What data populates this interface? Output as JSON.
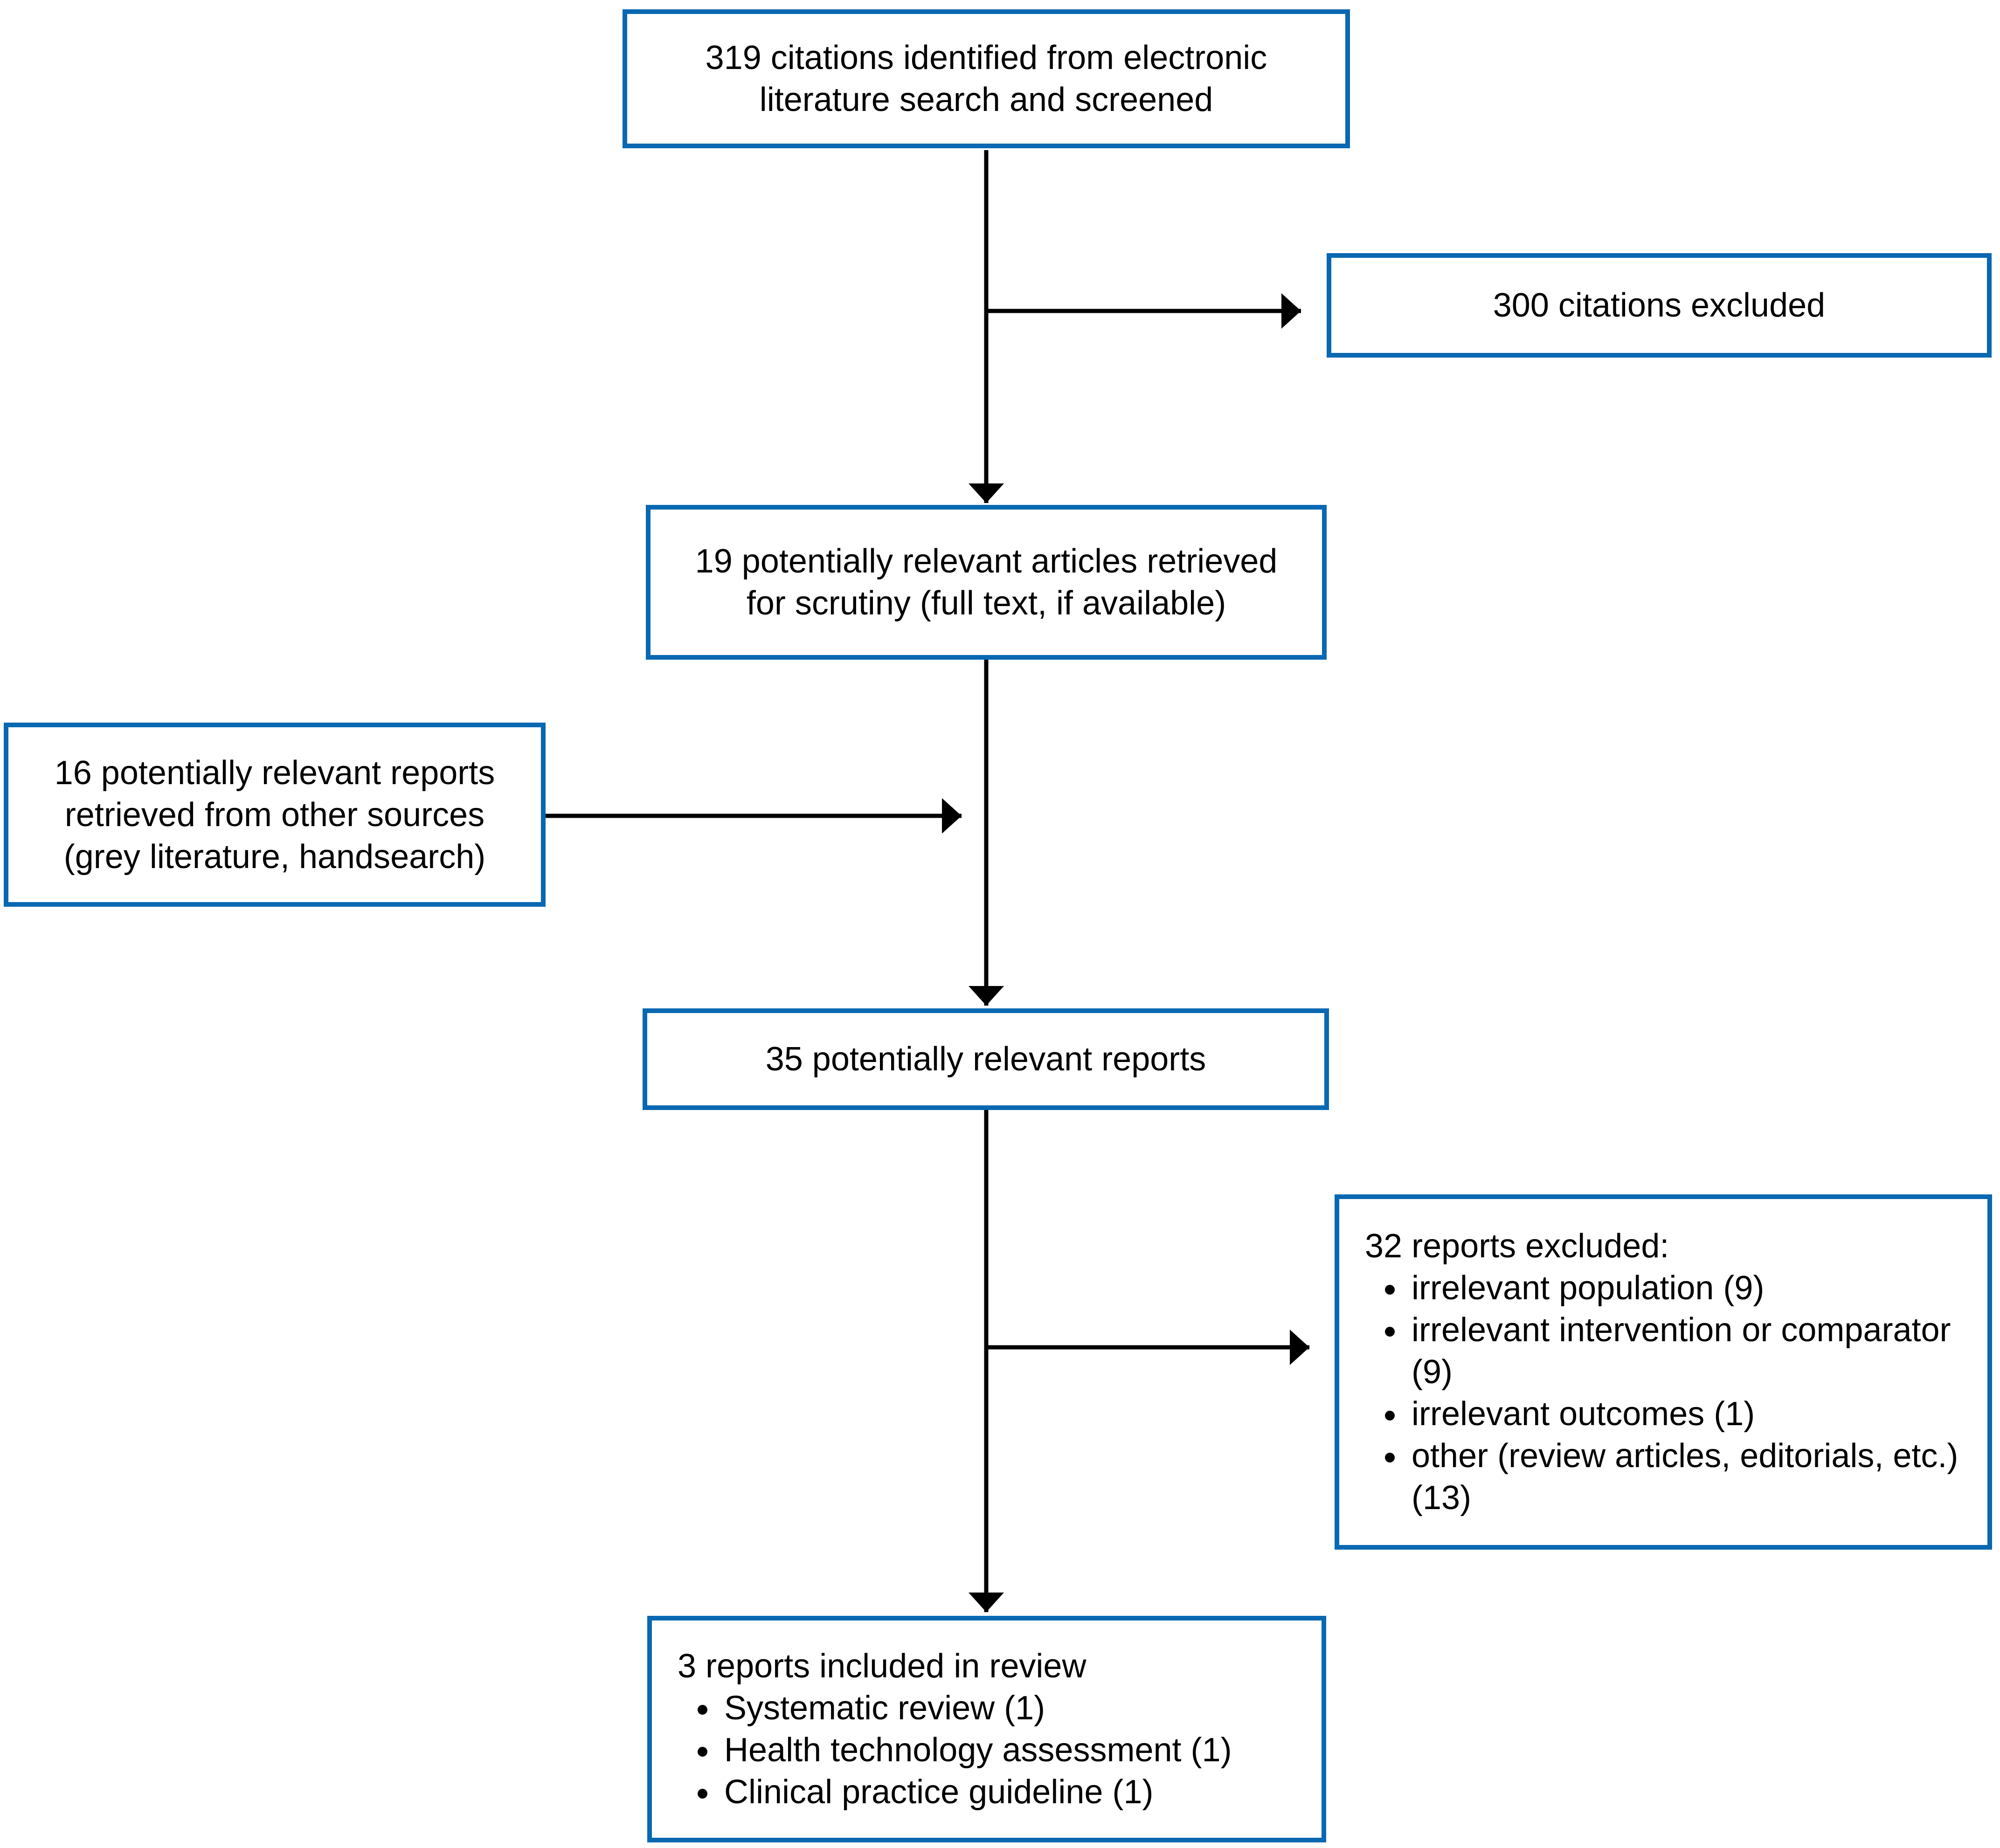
{
  "figure": {
    "type": "prisma-literature-screening-flowchart",
    "background": "#ffffff",
    "accent_blue": "#0868b2",
    "arrow_black": "#000000",
    "text_black": "#000000"
  },
  "boxes": {
    "identified": {
      "lines": [
        "319 citations identified from electronic",
        "literature search and screened"
      ]
    },
    "citations_excluded": {
      "lines": [
        "300 citations excluded"
      ]
    },
    "articles_retrieved": {
      "lines": [
        "19 potentially relevant articles retrieved",
        "for scrutiny (full text, if available)"
      ]
    },
    "other_sources": {
      "lines": [
        "16 potentially relevant reports",
        "retrieved from other sources",
        "(grey literature, handsearch)"
      ]
    },
    "relevant_reports": {
      "lines": [
        "35 potentially relevant reports"
      ]
    },
    "reports_excluded": {
      "title": "32 reports excluded:",
      "items": [
        "irrelevant population (9)",
        "irrelevant intervention or comparator (9)",
        "irrelevant outcomes (1)",
        "other (review articles, editorials, etc.) (13)"
      ]
    },
    "reports_included": {
      "title": "3 reports included in review",
      "items": [
        "Systematic review (1)",
        "Health technology assessment (1)",
        "Clinical practice guideline (1)"
      ]
    }
  }
}
